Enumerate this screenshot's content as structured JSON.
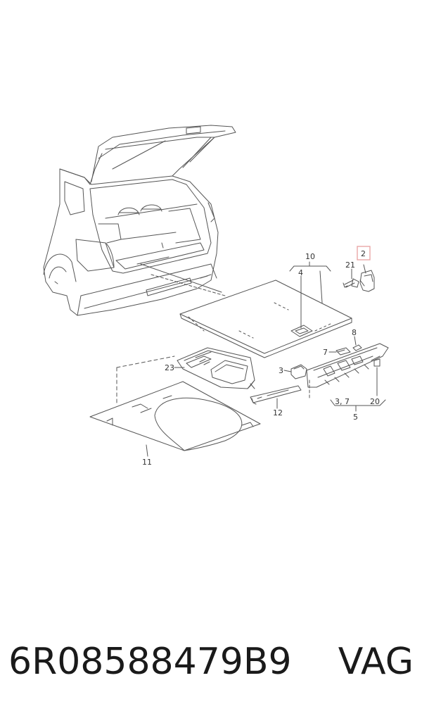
{
  "caption": {
    "part_number": "6R08588479B9",
    "brand": "VAG"
  },
  "callouts": {
    "c10": "10",
    "c4": "4",
    "c2": "2",
    "c21": "21",
    "c8": "8",
    "c7": "7",
    "c23": "23",
    "c3": "3",
    "c12": "12",
    "c37": "3, 7",
    "c20": "20",
    "c5": "5",
    "c11": "11"
  },
  "highlight_color": "#e8a0a0"
}
